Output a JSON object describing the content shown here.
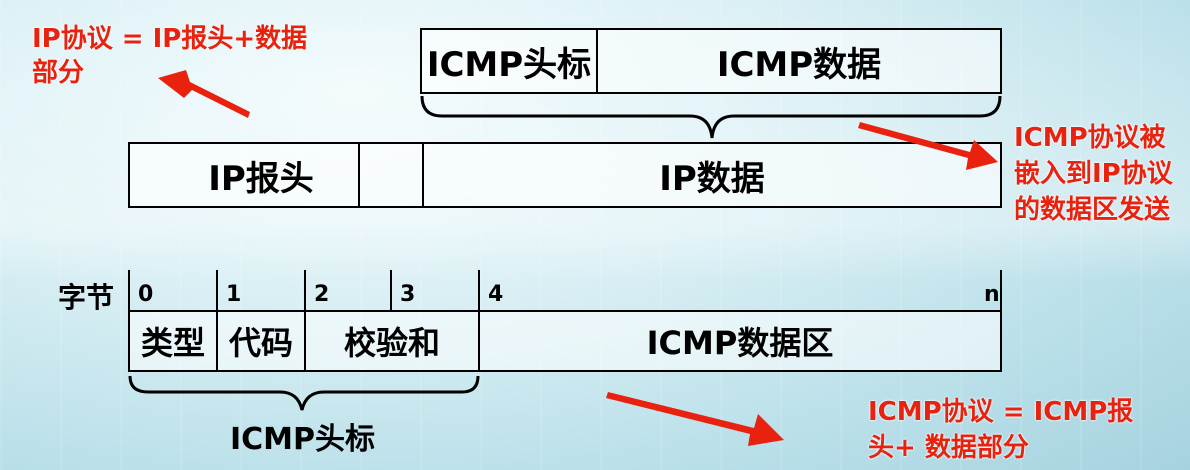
{
  "notes": {
    "top_left": [
      "IP协议 = IP报头+数据",
      "部分"
    ],
    "right": [
      "ICMP协议被",
      "嵌入到IP协议",
      "的数据区发送"
    ],
    "bottom_right": [
      "ICMP协议 = ICMP报",
      "头+ 数据部分"
    ]
  },
  "icmp_packet": {
    "header": "ICMP头标",
    "data": "ICMP数据"
  },
  "ip_packet": {
    "header": "IP报头",
    "data": "IP数据"
  },
  "layout": {
    "byte_label": "字节",
    "offsets": [
      "0",
      "1",
      "2",
      "3",
      "4",
      "n"
    ],
    "fields": {
      "type": "类型",
      "code": "代码",
      "checksum": "校验和",
      "data_area": "ICMP数据区"
    },
    "bottom_label": "ICMP头标"
  },
  "colors": {
    "accent_red": "#e8220e",
    "arrow_red": "#e8220e"
  }
}
